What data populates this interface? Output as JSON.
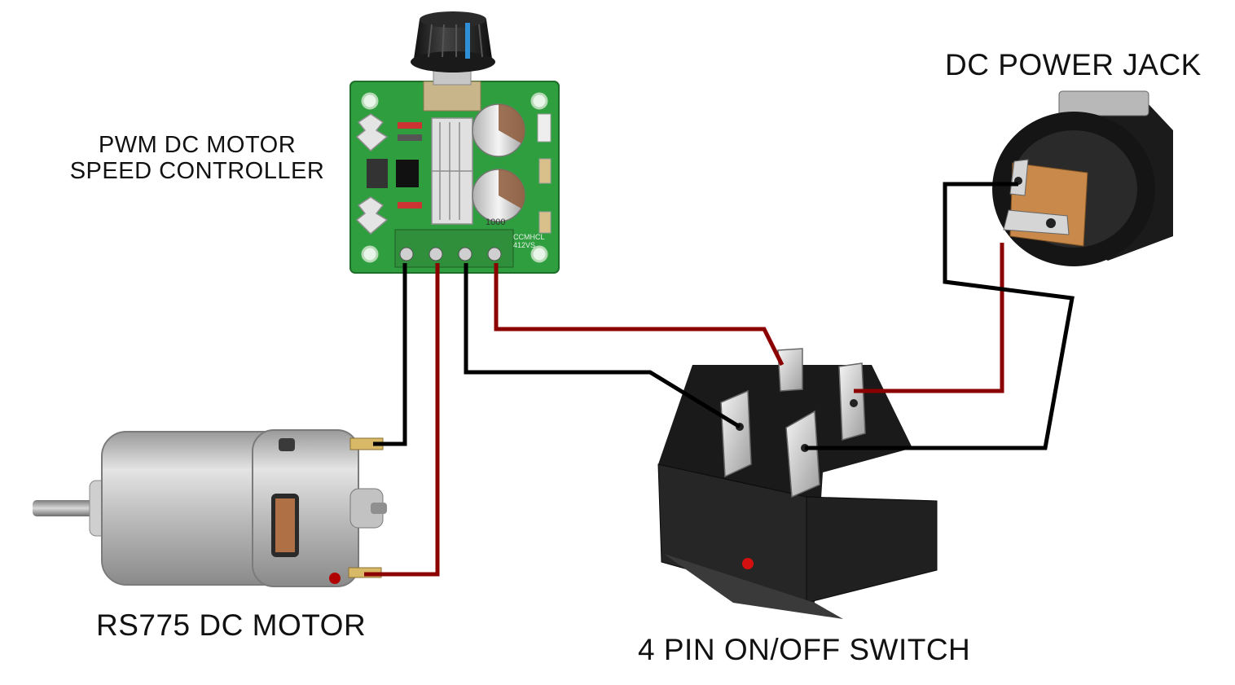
{
  "title": "",
  "components": {
    "controller": {
      "line1": "PWM DC MOTOR",
      "line2": "SPEED CONTROLLER"
    },
    "power_jack": {
      "label": "DC POWER JACK"
    },
    "motor": {
      "label": "RS775 DC MOTOR"
    },
    "switch": {
      "label": "4 PIN ON/OFF SWITCH"
    }
  },
  "pcb_markings": {
    "model": "CCMHCL",
    "rating": "412VS",
    "capacitor": "1000"
  },
  "colors": {
    "wire_positive": "#8b0000",
    "wire_negative": "#000000",
    "pcb": "#2f9e3f",
    "terminal_block": "#2f8f3a",
    "motor_body": "#c9c9c9",
    "switch_body": "#1a1a1a",
    "switch_lamp": "#d21010",
    "jack_body": "#151515",
    "jack_contact": "#c8894a"
  },
  "icons": {
    "potentiometer_knob": "knob-icon",
    "heatsink": "heatsink-icon",
    "capacitor": "capacitor-icon"
  }
}
